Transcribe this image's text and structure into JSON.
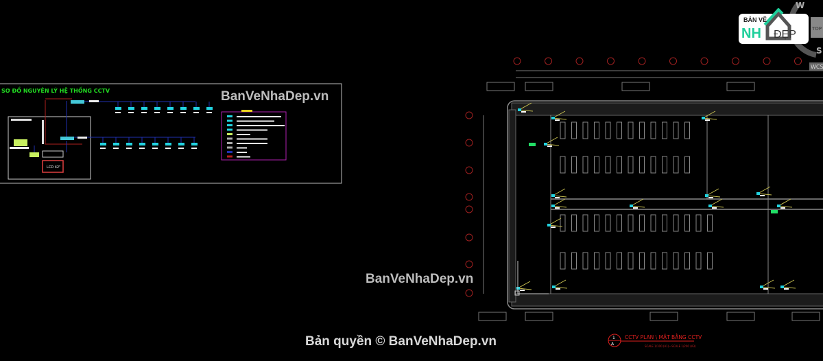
{
  "schematic": {
    "title": "SƠ ĐỒ NGUYÊN LÝ HỆ THỐNG CCTV",
    "monitor_label": "LCD 42\""
  },
  "plan": {
    "title": "CCTV PLAN \\ MẶT BẰNG CCTV",
    "scale": "SCALE 1/100 (A1)—SCALE 1/200 (A3)",
    "callout_number": "1",
    "callout_sheet": "A"
  },
  "watermarks": [
    "BanVeNhaDep.vn",
    "BanVeNhaDep.vn"
  ],
  "copyright": "Bản quyền © BanVeNhaDep.vn",
  "logo": {
    "top": "BẢN VẼ",
    "left": "NH",
    "right": "ĐẸP"
  },
  "viewcube": {
    "top": "TOP",
    "south": "S",
    "west": "W",
    "ucs": "WCS"
  },
  "colors": {
    "background": "#000000",
    "schematic_title": "#22dd22",
    "camera": "#22d3e0",
    "plan_title": "#e0201e",
    "wall": "#8a8a8a",
    "cable_red": "#b0201e",
    "cable_blue": "#2030b0",
    "legend_frame": "#b020b0"
  }
}
